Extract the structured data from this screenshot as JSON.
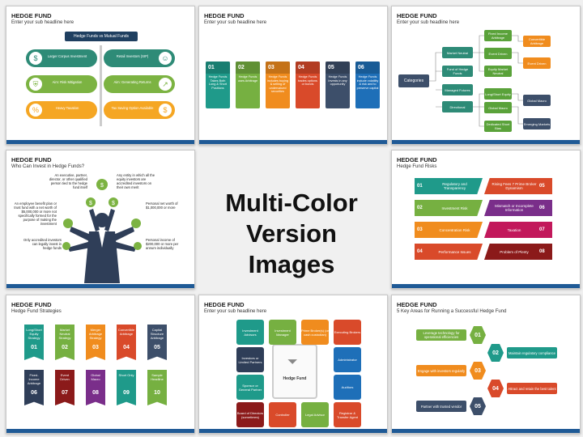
{
  "center_title": {
    "line1": "Multi-Color",
    "line2": "Version Images"
  },
  "slide1": {
    "title": "HEDGE FUND",
    "subtitle": "Enter your sub headline here",
    "banner": "Hedge Funds vs Mutual Funds",
    "left": [
      "Larger Corpus Investment",
      "Aim: Risk Mitigation",
      "Heavy Taxation"
    ],
    "right": [
      "Retail Investors (SIP)",
      "Aim: Generating Returns",
      "Tax Saving Option Available"
    ],
    "colors": [
      "#2e8b77",
      "#7cb342",
      "#f5a623"
    ]
  },
  "slide2": {
    "title": "HEDGE FUND",
    "subtitle": "Enter your sub headline here",
    "items": [
      {
        "num": "01",
        "text": "Hedge Funds Takes Both Long & Short Positions",
        "color": "#1f9a8a"
      },
      {
        "num": "02",
        "text": "Hedge Funds uses Arbitrage",
        "color": "#76b041"
      },
      {
        "num": "03",
        "text": "Hedge Funds includes buying & selling of undervalued securities",
        "color": "#f08c1e"
      },
      {
        "num": "04",
        "text": "Hedge Funds trades options or bonds",
        "color": "#d94a2a"
      },
      {
        "num": "05",
        "text": "Hedge Funds Invests in any opportunity",
        "color": "#3d4f6a"
      },
      {
        "num": "06",
        "text": "Hedge Funds include volatility & risk and to preserve capital",
        "color": "#1e6fb8"
      }
    ]
  },
  "slide3": {
    "title": "HEDGE FUND",
    "subtitle": "Enter your sub headline here",
    "root": "Categories",
    "level1": [
      "Market Neutral",
      "Fund of Hedge Funds",
      "Managed Futures",
      "Directional"
    ],
    "level2": [
      "Fixed Income Arbitrage",
      "Event Driven",
      "Equity Market Neutral",
      "Long/Short Equity",
      "Global Macro",
      "Dedicated Short Bias"
    ],
    "level3": [
      "Convertible Arbitrage",
      "Event Driven",
      "Global Macro",
      "Emerging Markets"
    ]
  },
  "slide4": {
    "title": "HEDGE FUND",
    "subtitle": "Who Can Invest in Hedge Funds?",
    "left": [
      "An executive, partner, director, or other qualified person tied to the hedge fund itself",
      "An employee benefit plan or trust fund with a net worth of $5,000,000 or more not specifically formed for the purpose of making the investment",
      "Only accredited investors can legally invest in hedge funds"
    ],
    "right": [
      "Any entity in which all the equity investors are accredited investors on their own merit",
      "Personal net worth of $1,000,000 or more",
      "Personal income of $200,000 or more per annum individually"
    ]
  },
  "slide5": {
    "title": "HEDGE FUND",
    "subtitle": "Hedge Fund Risks",
    "left": [
      {
        "num": "01",
        "text": "Regulatory and Transparency",
        "color": "#1f9a8a"
      },
      {
        "num": "02",
        "text": "Investment Risk",
        "color": "#76b041"
      },
      {
        "num": "03",
        "text": "Concentration Risk",
        "color": "#f08c1e"
      },
      {
        "num": "04",
        "text": "Performance Issues",
        "color": "#d94a2a"
      }
    ],
    "right": [
      {
        "num": "05",
        "text": "Rising Fees 7 Prime Broker Dynamism",
        "color": "#d94a2a"
      },
      {
        "num": "06",
        "text": "Mismatch or Incomplete Information",
        "color": "#7a2e8a"
      },
      {
        "num": "07",
        "text": "Taxation",
        "color": "#c2185b"
      },
      {
        "num": "08",
        "text": "Problem of Plenty",
        "color": "#8b1a1a"
      }
    ]
  },
  "slide6": {
    "title": "HEDGE FUND",
    "subtitle": "Hedge Fund Strategies",
    "top": [
      {
        "text": "Long/Short Equity Strategy",
        "num": "01",
        "color": "#1f9a8a"
      },
      {
        "text": "Market Neutral Strategy",
        "num": "02",
        "color": "#76b041"
      },
      {
        "text": "Merger Arbitrage Strategy",
        "num": "03",
        "color": "#f08c1e"
      },
      {
        "text": "Convertible Arbitrage",
        "num": "04",
        "color": "#d94a2a"
      },
      {
        "text": "Capital Structure Arbitrage",
        "num": "05",
        "color": "#3d4f6a"
      }
    ],
    "bottom": [
      {
        "text": "Fixed-Income Arbitrage",
        "num": "06",
        "color": "#2f3e58"
      },
      {
        "text": "Event Driven",
        "num": "07",
        "color": "#8b1a1a"
      },
      {
        "text": "Global Macro",
        "num": "08",
        "color": "#7a2e8a"
      },
      {
        "text": "Short Only",
        "num": "09",
        "color": "#1f9a8a"
      },
      {
        "text": "Sample Headline",
        "num": "10",
        "color": "#76b041"
      }
    ]
  },
  "slide7": {
    "title": "HEDGE FUND",
    "subtitle": "Enter your sub headline here",
    "center": "Hedge Fund",
    "tiles": [
      {
        "text": "Investment Advisors",
        "color": "#1f9a8a"
      },
      {
        "text": "Investment Manager",
        "color": "#76b041"
      },
      {
        "text": "Prime Broker(s) (or cash custodian)",
        "color": "#f08c1e"
      },
      {
        "text": "Executing Brokers",
        "color": "#d94a2a"
      },
      {
        "text": "Investors or Limited Partners",
        "color": "#2f3e58"
      },
      {
        "text": "Administrator",
        "color": "#1e6fb8"
      },
      {
        "text": "Sponsor or General Partner",
        "color": "#1f9a8a"
      },
      {
        "text": "Auditors",
        "color": "#1e6fb8"
      },
      {
        "text": "Board of Directors (sometimes)",
        "color": "#8b1a1a"
      },
      {
        "text": "Controller",
        "color": "#d94a2a"
      },
      {
        "text": "Legal Advisor",
        "color": "#76b041"
      },
      {
        "text": "Registrar & Transfer Agent",
        "color": "#d94a2a"
      }
    ]
  },
  "slide8": {
    "title": "HEDGE FUND",
    "subtitle": "5 Key Areas for Running a Successful Hedge Fund",
    "items": [
      {
        "num": "01",
        "text": "Leverage technology for operational efficiencies",
        "color": "#76b041"
      },
      {
        "num": "02",
        "text": "Maintain regulatory compliance",
        "color": "#1f9a8a"
      },
      {
        "num": "03",
        "text": "Engage with investors regularly",
        "color": "#f08c1e"
      },
      {
        "num": "04",
        "text": "Attract and retain the best talent",
        "color": "#d94a2a"
      },
      {
        "num": "05",
        "text": "Partner with trusted vendor",
        "color": "#3d4f6a"
      }
    ]
  }
}
